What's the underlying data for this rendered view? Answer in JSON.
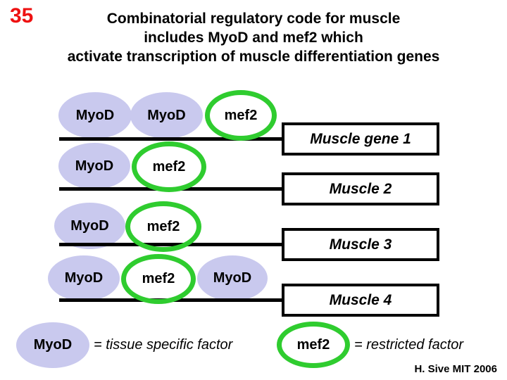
{
  "slide": {
    "number": "35",
    "title_lines": [
      "Combinatorial regulatory code for muscle",
      "includes MyoD and mef2 which",
      "activate transcription of muscle differentiation genes"
    ],
    "credit": "H. Sive MIT 2006"
  },
  "diagram": {
    "rows": [
      {
        "factors": [
          {
            "type": "myod",
            "label": "MyoD"
          },
          {
            "type": "myod",
            "label": "MyoD"
          },
          {
            "type": "mef2",
            "label": "mef2"
          }
        ],
        "gene_label": "Muscle gene 1"
      },
      {
        "factors": [
          {
            "type": "myod",
            "label": "MyoD"
          },
          {
            "type": "mef2",
            "label": "mef2"
          }
        ],
        "gene_label": "Muscle 2"
      },
      {
        "factors": [
          {
            "type": "myod",
            "label": "MyoD"
          },
          {
            "type": "mef2",
            "label": "mef2"
          }
        ],
        "gene_label": "Muscle 3"
      },
      {
        "factors": [
          {
            "type": "myod",
            "label": "MyoD"
          },
          {
            "type": "mef2",
            "label": "mef2"
          },
          {
            "type": "myod",
            "label": "MyoD"
          }
        ],
        "gene_label": "Muscle 4"
      }
    ]
  },
  "legend": {
    "myod_label": "MyoD",
    "myod_description": "= tissue specific factor",
    "mef2_label": "mef2",
    "mef2_description": "= restricted factor"
  },
  "colors": {
    "myod_fill": "#c9c9ee",
    "mef2_ring": "#2fcc2f",
    "slide_number_red": "#ee1111"
  }
}
